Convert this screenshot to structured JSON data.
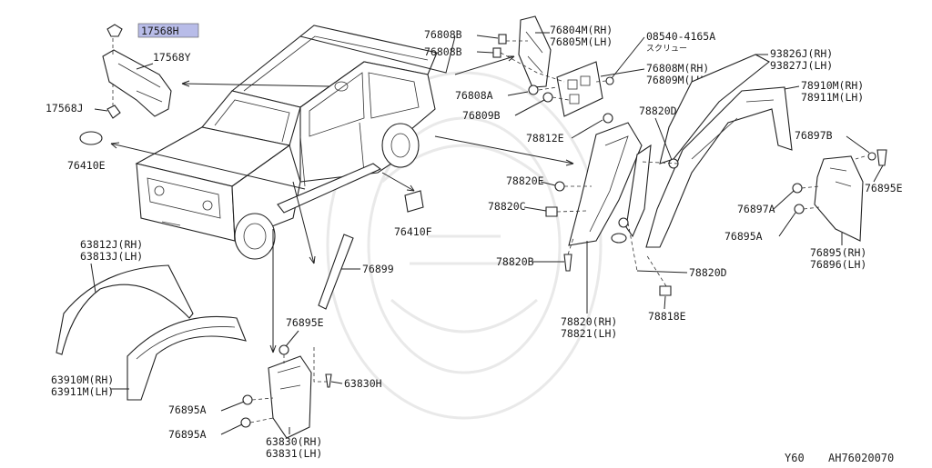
{
  "diagram_id": {
    "model": "Y60",
    "code": "AH76020070"
  },
  "parts": {
    "p17568H": "17568H",
    "p17568Y": "17568Y",
    "p17568J": "17568J",
    "p76410E": "76410E",
    "p76410F": "76410F",
    "p76899": "76899",
    "p76808B_a": "76808B",
    "p76808B_b": "76808B",
    "p76804M": "76804M(RH)",
    "p76805M": "76805M(LH)",
    "p08540": "08540-4165A",
    "p08540_sub": "スクリュー",
    "p76808M": "76808M(RH)",
    "p76809M": "76809M(LH)",
    "p76808A": "76808A",
    "p76809B": "76809B",
    "p78812E": "78812E",
    "p78820D_a": "78820D",
    "p93826J": "93826J(RH)",
    "p93827J": "93827J(LH)",
    "p78910M": "78910M(RH)",
    "p78911M": "78911M(LH)",
    "p76897B": "76897B",
    "p76895E_r": "76895E",
    "p76897A": "76897A",
    "p76895A_r": "76895A",
    "p76895_rh": "76895(RH)",
    "p76896_lh": "76896(LH)",
    "p78820E": "78820E",
    "p78820C": "78820C",
    "p78820B": "78820B",
    "p78820D_b": "78820D",
    "p78818E": "78818E",
    "p78820_rh": "78820(RH)",
    "p78821_lh": "78821(LH)",
    "p63812J": "63812J(RH)",
    "p63813J": "63813J(LH)",
    "p63910M": "63910M(RH)",
    "p63911M": "63911M(LH)",
    "p76895E_l": "76895E",
    "p63830H": "63830H",
    "p76895A_l1": "76895A",
    "p76895A_l2": "76895A",
    "p63830": "63830(RH)",
    "p63831": "63831(LH)"
  },
  "highlight_color": "#b8bce8"
}
